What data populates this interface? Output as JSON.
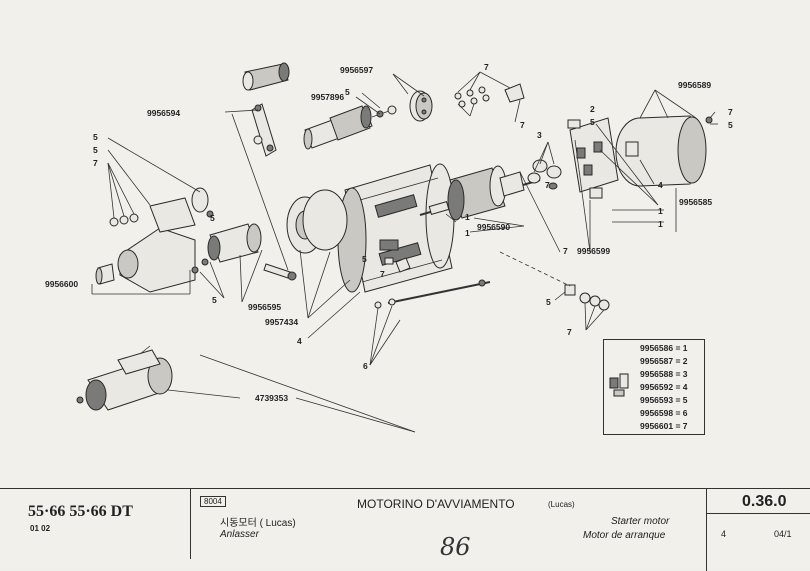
{
  "diagram": {
    "part_labels": {
      "p9956597": "9956597",
      "p9957896": "9957896",
      "p9956594": "9956594",
      "p9956589": "9956589",
      "p9956585": "9956585",
      "p9956590": "9956590",
      "p9956599": "9956599",
      "p9956600": "9956600",
      "p9956595": "9956595",
      "p9957434": "9957434",
      "p4739353": "4739353"
    },
    "callouts": {
      "c5": "5",
      "c7": "7",
      "c3": "3",
      "c2": "2",
      "c4": "4",
      "c1": "1",
      "c6": "6"
    }
  },
  "legend": {
    "rows": [
      "9956586 = 1",
      "9956587 = 2",
      "9956588 = 3",
      "9956592 = 4",
      "9956593 = 5",
      "9956598 = 6",
      "9956601 = 7"
    ]
  },
  "footer": {
    "models": "55·66  55·66 DT",
    "models_sub": "01 02",
    "code": "8004",
    "title_it": "MOTORINO D'AVVIAMENTO",
    "brand": "(Lucas)",
    "title_kr": "시동모터 ( Lucas)",
    "title_de": "Anlasser",
    "title_en": "Starter motor",
    "title_es": "Motor de arranque",
    "handwritten": "86",
    "ref": "0.36.0",
    "sheet": "4",
    "date": "04/1"
  }
}
